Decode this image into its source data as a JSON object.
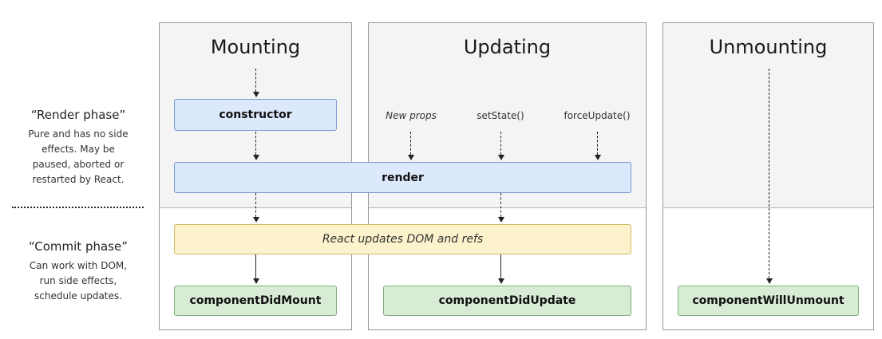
{
  "phases": {
    "render": {
      "title": "“Render phase”",
      "description": "Pure and has no side effects. May be paused, aborted or restarted by React."
    },
    "commit": {
      "title": "“Commit phase”",
      "description": "Can work with DOM, run side effects, schedule updates."
    }
  },
  "columns": {
    "mounting": {
      "title": "Mounting"
    },
    "updating": {
      "title": "Updating"
    },
    "unmounting": {
      "title": "Unmounting"
    }
  },
  "triggers": {
    "new_props": "New props",
    "set_state": "setState()",
    "force_update": "forceUpdate()"
  },
  "boxes": {
    "constructor": "constructor",
    "render": "render",
    "react_updates": "React updates DOM and refs",
    "component_did_mount": "componentDidMount",
    "component_did_update": "componentDidUpdate",
    "component_will_unmount": "componentWillUnmount"
  },
  "colors": {
    "lifecycle_box_blue": "#dce8fb",
    "commit_box_green": "#d8ebd5",
    "dom_update_yellow": "#fcf3cc",
    "render_phase_bg": "#f4f4f4"
  }
}
